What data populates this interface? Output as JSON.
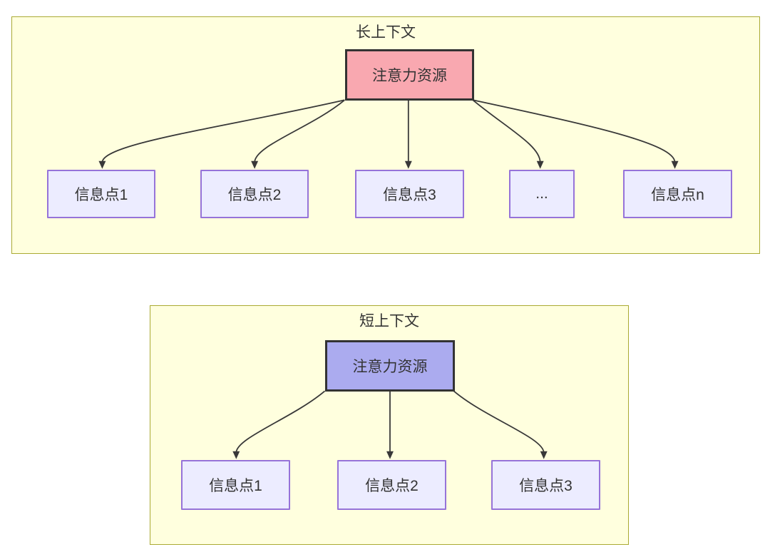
{
  "diagram": {
    "long_context": {
      "title": "长上下文",
      "source": {
        "label": "注意力资源",
        "fill": "#f9a8b0"
      },
      "nodes": [
        {
          "label": "信息点1"
        },
        {
          "label": "信息点2"
        },
        {
          "label": "信息点3"
        },
        {
          "label": "..."
        },
        {
          "label": "信息点n"
        }
      ]
    },
    "short_context": {
      "title": "短上下文",
      "source": {
        "label": "注意力资源",
        "fill": "#ababef"
      },
      "nodes": [
        {
          "label": "信息点1"
        },
        {
          "label": "信息点2"
        },
        {
          "label": "信息点3"
        }
      ]
    },
    "colors": {
      "container_fill": "#ffffde",
      "container_border": "#aaaa33",
      "info_node_fill": "#ececff",
      "info_node_border": "#9673d9",
      "source_node_border": "#333333",
      "edge_stroke": "#383838",
      "text": "#333333"
    }
  }
}
